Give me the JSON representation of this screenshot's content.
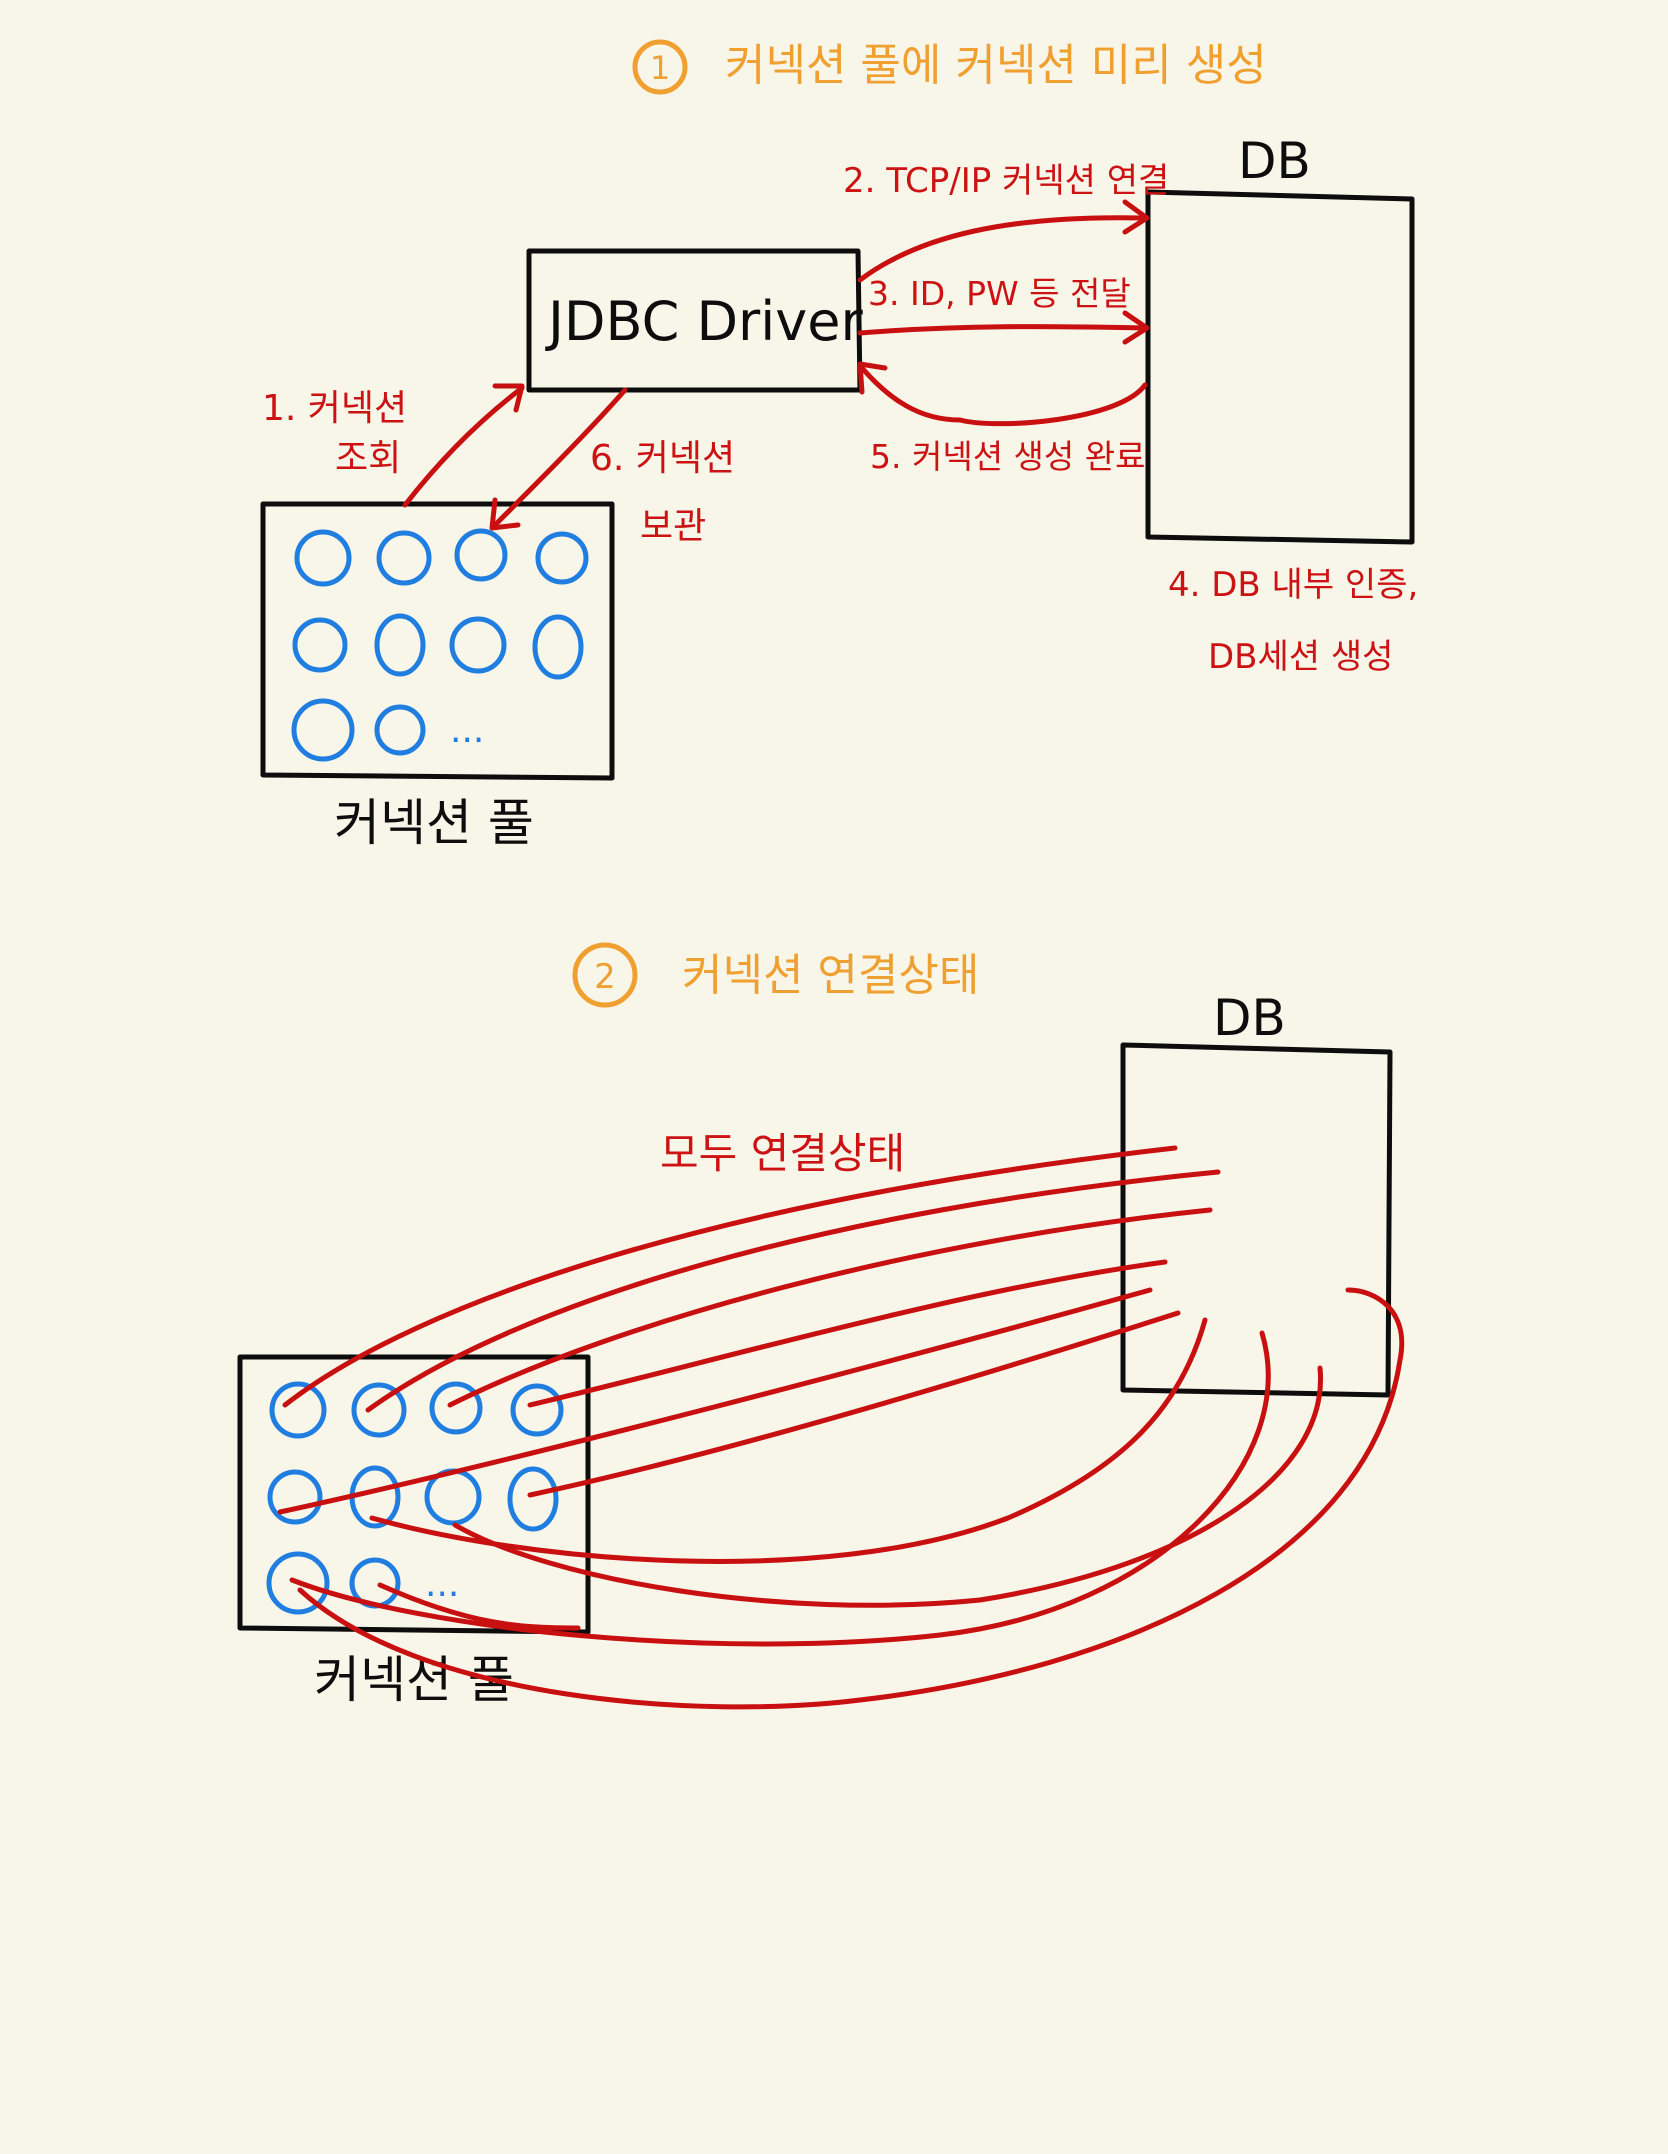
{
  "section1": {
    "number": "1",
    "title": "커넥션 풀에 커넥션 미리 생성",
    "db_label": "DB",
    "driver_label": "JDBC Driver",
    "pool_label": "커넥션 풀",
    "pool_ellipsis": "...",
    "steps": {
      "step1": [
        "1. 커넥션",
        "조회"
      ],
      "step2": "2. TCP/IP 커넥션 연결",
      "step3": "3. ID, PW 등 전달",
      "step4": [
        "4. DB 내부 인증,",
        "DB세션 생성"
      ],
      "step5": "5. 커넥션 생성 완료",
      "step6": [
        "6. 커넥션",
        "보관"
      ]
    },
    "colors": {
      "title": "#f0a030",
      "annotation": "#cc1212",
      "pool_circle": "#1f7ee0",
      "ink": "#0d0d0d"
    }
  },
  "section2": {
    "number": "2",
    "title": "커넥션 연결상태",
    "db_label": "DB",
    "pool_label": "커넥션 풀",
    "pool_ellipsis": "...",
    "connections_label": "모두 연결상태"
  }
}
